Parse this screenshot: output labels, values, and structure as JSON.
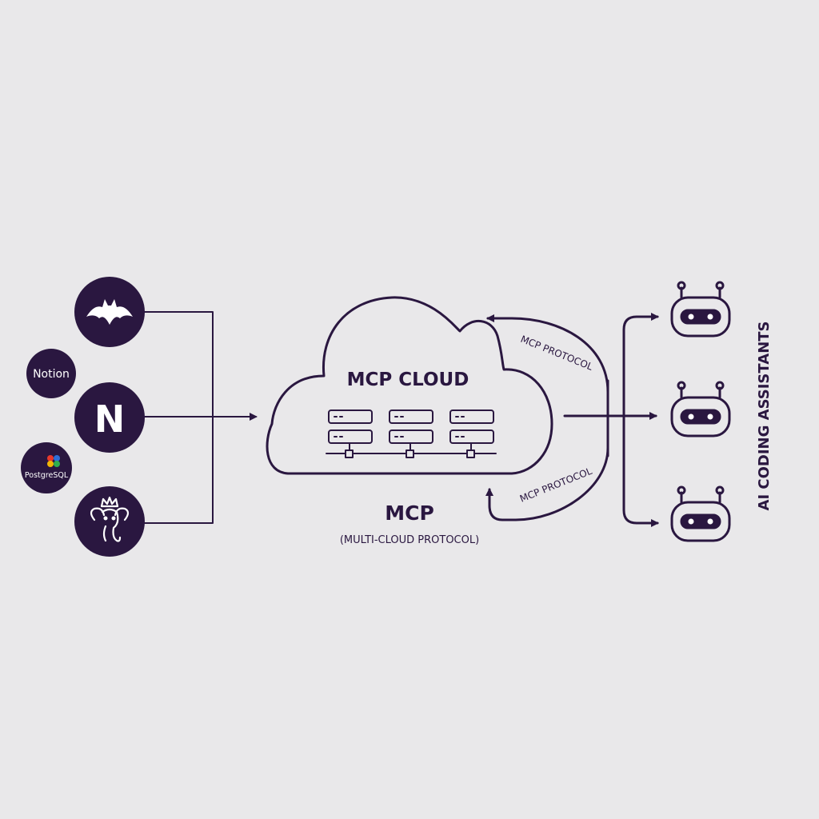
{
  "colors": {
    "background": "#e9e8ea",
    "ink": "#2a1740",
    "icon_foreground": "#ffffff",
    "palette_dots": [
      "#e8392b",
      "#2f6fd6",
      "#f2b705",
      "#2fae4e"
    ]
  },
  "sources": {
    "labels": {
      "notion": "Notion",
      "postgresql": "PostgreSQL"
    },
    "icons": [
      {
        "name": "bat-icon"
      },
      {
        "name": "notion-n-icon",
        "glyph": "N"
      },
      {
        "name": "postgres-elephant-icon"
      }
    ]
  },
  "cloud": {
    "title": "MCP CLOUD",
    "server_icon": "server-rack-icon",
    "server_count": 6
  },
  "caption": {
    "title": "MCP",
    "subtitle": "(MULTI-CLOUD PROTOCOL)"
  },
  "protocol_labels": {
    "top": "MCP PROTOCOL",
    "bottom": "MCP PROTOCOL"
  },
  "assistants": {
    "label": "AI CODING ASSISTANTS",
    "icon": "robot-head-icon",
    "count": 3
  }
}
